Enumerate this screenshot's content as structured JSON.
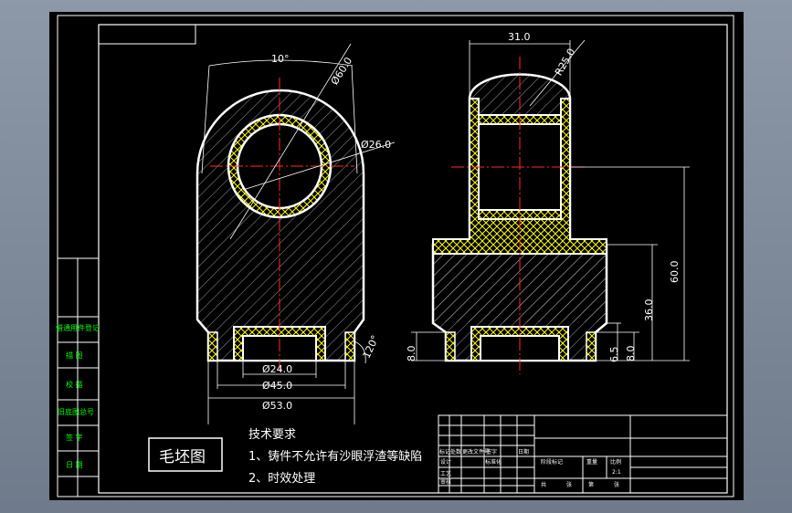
{
  "colors": {
    "background_top": "#8d98a8",
    "canvas": "#000000",
    "lines": "#ffffff",
    "hatch": "#c8c8c8",
    "centerline": "#ff2a2a",
    "dimension_text": "#ffffff",
    "weld_fill": "#ffff00",
    "left_column_text": "#00ff00"
  },
  "dimensions": {
    "angle_10": "10°",
    "dia_60": "Ø60.0",
    "dia_26": "Ø26.0",
    "dia_24": "Ø24.0",
    "dia_45": "Ø45.0",
    "dia_53": "Ø53.0",
    "width_31": "31.0",
    "r_25": "R25.0",
    "h_60": "60.0",
    "h_36": "36.0",
    "h_8_left": "8.0",
    "h_6_5": "6.5",
    "h_8_right": "8.0",
    "chamfer_120": "120°"
  },
  "left_column": [
    "借通用件登记",
    "描 图",
    "校 描",
    "旧底图总号",
    "签 字",
    "日 期"
  ],
  "title_stamp": "毛坯图",
  "notes": {
    "heading": "技术要求",
    "line1": "1、铸件不允许有沙眼浮渣等缺陷",
    "line2": "2、时效处理"
  },
  "title_block": {
    "row_labels": [
      "标记",
      "处数",
      "更改文件号",
      "签字",
      "日期"
    ],
    "design": "设计",
    "standardization": "标准化",
    "process": "工艺",
    "approve": "审核",
    "stage_mark": "阶段标记",
    "weight": "重量",
    "scale": "比例",
    "scale_value": "2:1",
    "sheets_total": "共",
    "sheet_no": "张",
    "sheet_of": "第",
    "sheet_of_unit": "张"
  }
}
